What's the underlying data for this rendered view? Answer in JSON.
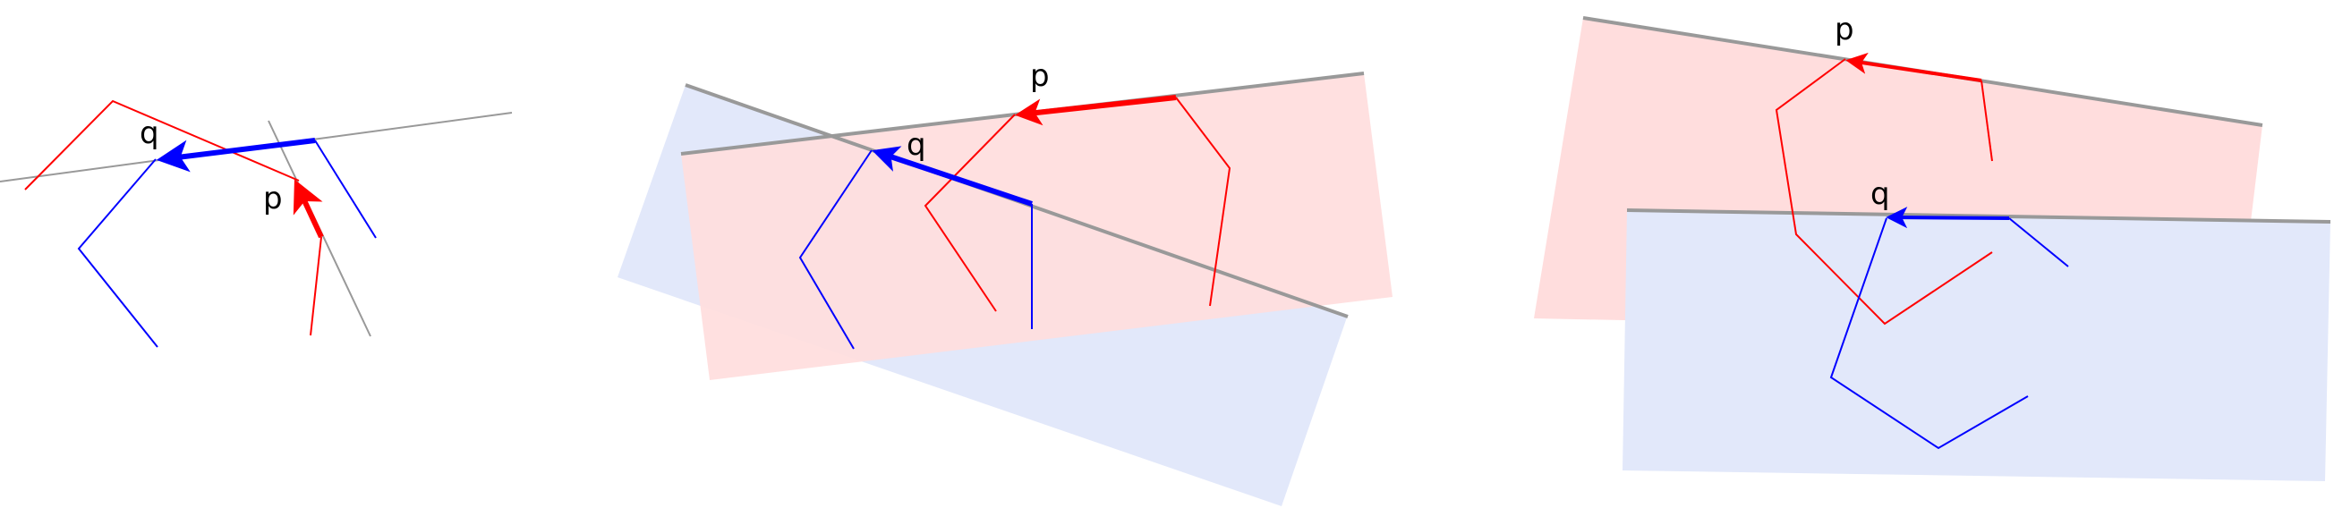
{
  "colors": {
    "red": "#ff0000",
    "blue": "#0000ff",
    "gray": "#999999",
    "red_region": "#ffdddd",
    "blue_region": "#e2e8fa"
  },
  "panels": [
    {
      "label_p": "p",
      "label_q": "q"
    },
    {
      "label_p": "p",
      "label_q": "q"
    },
    {
      "label_p": "p",
      "label_q": "q"
    }
  ]
}
